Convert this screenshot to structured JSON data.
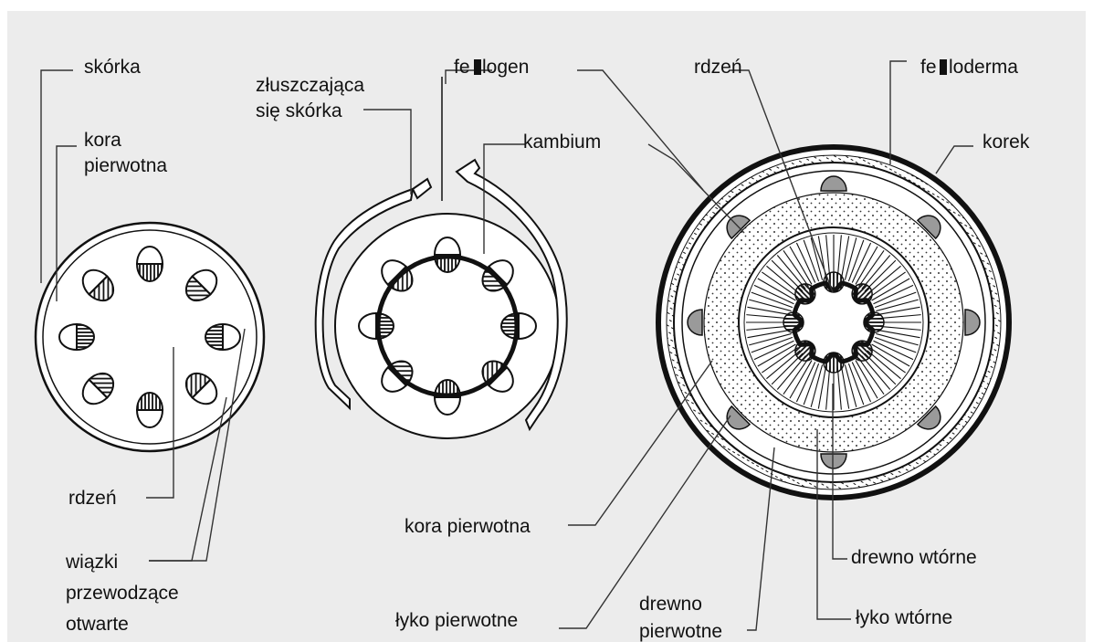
{
  "labels": {
    "skorka": "skórka",
    "kora_1": "kora",
    "pierwotna_1": "pierwotna",
    "rdzen_1": "rdzeń",
    "wiazki_1": "wiązki",
    "wiazki_2": "przewodzące",
    "wiazki_3": "otwarte",
    "zluszczajaca_1": "złuszczająca",
    "zluszczajaca_2": "się skórka",
    "fe": "fe",
    "logen": "logen",
    "kambium": "kambium",
    "kora_pierwotna": "kora pierwotna",
    "lyko_pierwotne": "łyko pierwotne",
    "drewno_p1": "drewno",
    "drewno_p2": "pierwotne",
    "rdzen_3": "rdzeń",
    "fe_2": "fe",
    "loderma": "loderma",
    "korek": "korek",
    "drewno_wtorne": "drewno wtórne",
    "lyko_wtorne": "łyko wtórne"
  },
  "colors": {
    "background": "#ececec",
    "line": "#111111",
    "stem_fill": "#ffffff",
    "bark_gray": "#9a9a9a"
  }
}
